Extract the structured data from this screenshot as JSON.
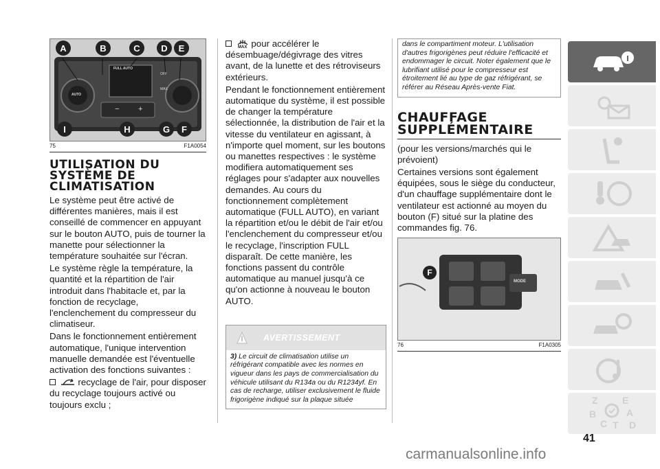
{
  "fig75": {
    "letters_top": [
      "A",
      "B",
      "C",
      "D",
      "E"
    ],
    "letters_bottom": [
      "I",
      "H",
      "G",
      "F"
    ],
    "panel_labels": {
      "full_auto": "FULL AUTO",
      "auto": "AUTO",
      "off": "OFF",
      "max": "MAX",
      "minus": "−",
      "plus": "+"
    },
    "number": "75",
    "code": "F1A0054"
  },
  "col1": {
    "heading": "UTILISATION DU SYSTÈME DE CLIMATISATION",
    "p1": "Le système peut être activé de différentes manières, mais il est conseillé de commencer en appuyant sur le bouton AUTO, puis de tourner la manette pour sélectionner la température souhaitée sur l'écran.",
    "p2": "Le système règle la température, la quantité et la répartition de l'air introduit dans l'habitacle et, par la fonction de recyclage, l'enclenchement du compresseur du climatiseur.",
    "p3": "Dans le fonctionnement entièrement automatique, l'unique intervention manuelle demandée est l'éventuelle activation des fonctions suivantes :",
    "bullet1": "recyclage de l'air, pour disposer du recyclage toujours activé ou toujours exclu ;"
  },
  "col2": {
    "bullet2": "pour accélérer le désembuage/dégivrage des vitres avant, de la lunette et des rétroviseurs extérieurs.",
    "p4": "Pendant le fonctionnement entièrement automatique du système, il est possible de changer la température sélectionnée, la distribution de l'air et la vitesse du ventilateur en agissant, à n'importe quel moment, sur les boutons ou manettes respectives : le système modifiera automatiquement ses réglages pour s'adapter aux nouvelles demandes. Au cours du fonctionnement complètement automatique (FULL AUTO), en variant la répartition et/ou le débit de l'air et/ou l'enclenchement du compresseur et/ou le recyclage, l'inscription FULL disparaît. De cette manière, les fonctions passent du contrôle automatique au manuel jusqu'à ce qu'on actionne à nouveau le bouton AUTO.",
    "max_label": "MAX",
    "warning_title": "AVERTISSEMENT",
    "warning_num": "3)",
    "warning_text": "Le circuit de climatisation utilise un réfrigérant compatible avec les normes en vigueur dans les pays de commercialisation du véhicule utilisant du R134a ou du R1234yf. En cas de recharge, utiliser exclusivement le fluide frigorigène indiqué sur la plaque située"
  },
  "col3": {
    "note": "dans le compartiment moteur. L'utilisation d'autres frigorigènes peut réduire l'efficacité et endommager le circuit. Noter également que le lubrifiant utilisé pour le compresseur est étroitement lié au type de gaz réfrigérant, se référer au Réseau Après-vente Fiat.",
    "heading": "CHAUFFAGE SUPPLÉMENTAIRE",
    "p1": "(pour les versions/marchés qui le prévoient)",
    "p2": "Certaines versions sont également équipées, sous le siège du conducteur, d'un chauffage supplémentaire dont le ventilateur est actionné au moyen du bouton (F) situé sur la platine des commandes fig. 76.",
    "fig76": {
      "letter": "F",
      "mode_label": "MODE",
      "number": "76",
      "code": "F1A0305"
    }
  },
  "sidebar": {
    "tab_icons": [
      "car-info-icon",
      "warning-lights-icon",
      "airbag-seat-icon",
      "steering-key-icon",
      "triangle-car-icon",
      "car-service-icon",
      "car-gear-icon",
      "music-nav-icon",
      "index-icon"
    ],
    "index_letters": [
      "Z",
      "E",
      "A",
      "B",
      "C",
      "T",
      "D"
    ]
  },
  "page_number": "41",
  "watermark": "carmanualsonline.info",
  "colors": {
    "tab_active": "#666666",
    "tab_inactive": "#ececec",
    "badge": "#222222"
  }
}
